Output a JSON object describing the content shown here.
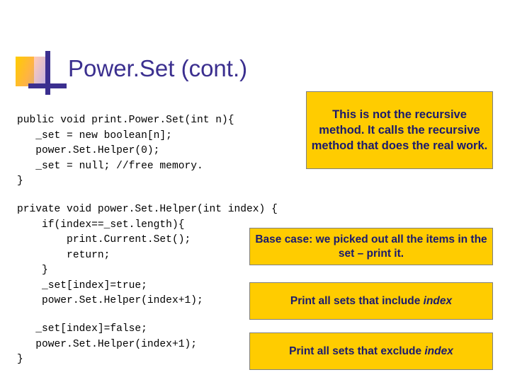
{
  "slide": {
    "title": "Power.Set (cont.)",
    "logo": {
      "yellow_color": "#ffcc00",
      "bar_color": "#3b2f8f"
    },
    "title_color": "#3b2f8f"
  },
  "code_blocks": [
    {
      "id": "code-block-1",
      "text": "public void print.Power.Set(int n){\n   _set = new boolean[n];\n   power.Set.Helper(0);\n   _set = null; //free memory.\n}"
    },
    {
      "id": "code-block-2",
      "text": "private void power.Set.Helper(int index) {\n    if(index==_set.length){\n        print.Current.Set();\n        return;\n    }\n    _set[index]=true;\n    power.Set.Helper(index+1);"
    },
    {
      "id": "code-block-3",
      "text": "   _set[index]=false;\n   power.Set.Helper(index+1);\n}"
    }
  ],
  "callouts": [
    {
      "id": "callout-1",
      "text": "This is not the recursive method. It calls the recursive method that does the real work.",
      "bg": "#ffcc00"
    },
    {
      "id": "callout-2",
      "text": "Base case: we picked out all the items in the set – print it.",
      "bg": "#ffcc00"
    },
    {
      "id": "callout-3",
      "text_before": "Print all sets that include ",
      "text_italic": "index",
      "bg": "#ffcc00"
    },
    {
      "id": "callout-4",
      "text_before": "Print all sets that exclude ",
      "text_italic": "index",
      "bg": "#ffcc00"
    }
  ]
}
